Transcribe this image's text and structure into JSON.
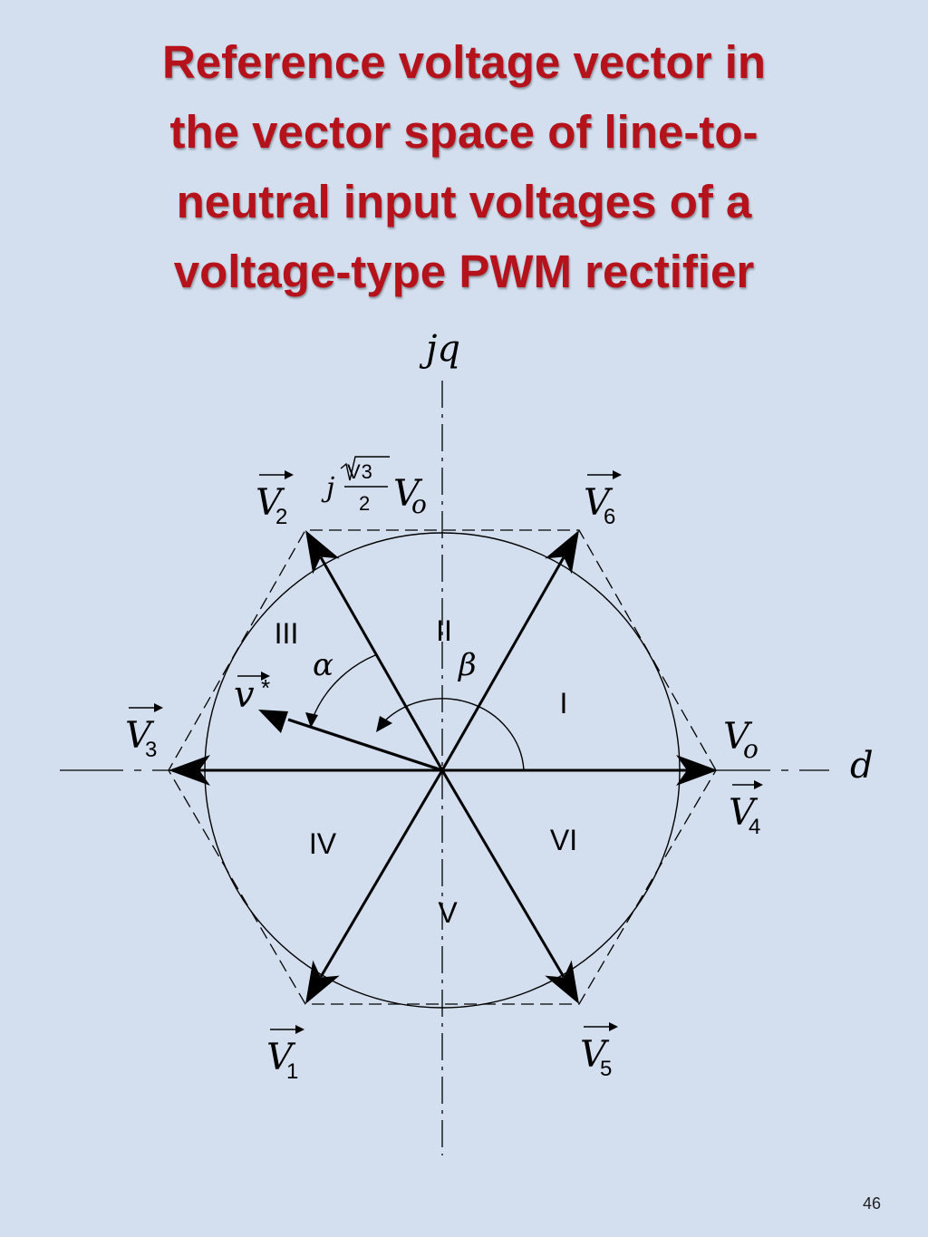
{
  "title": {
    "lines": [
      "Reference voltage vector in",
      "the vector space of line-to-",
      "neutral input voltages of a",
      "voltage-type PWM rectifier"
    ]
  },
  "diagram": {
    "axes": {
      "vertical": "jq",
      "horizontal": "d"
    },
    "vectors": [
      {
        "name": "V",
        "sub": "1"
      },
      {
        "name": "V",
        "sub": "2"
      },
      {
        "name": "V",
        "sub": "3"
      },
      {
        "name": "V",
        "sub": "4"
      },
      {
        "name": "V",
        "sub": "5"
      },
      {
        "name": "V",
        "sub": "6"
      }
    ],
    "sectors": [
      "I",
      "II",
      "III",
      "IV",
      "V",
      "VI"
    ],
    "reference_vector": {
      "name": "v",
      "sup": "*"
    },
    "angles": {
      "alpha": "α",
      "beta": "β"
    },
    "magnitude_label": {
      "name": "V",
      "sub": "o"
    },
    "apothem_label": {
      "j": "j",
      "numerator": "V3",
      "denominator": "2",
      "name": "V",
      "sub": "o"
    }
  },
  "page_number": "46"
}
